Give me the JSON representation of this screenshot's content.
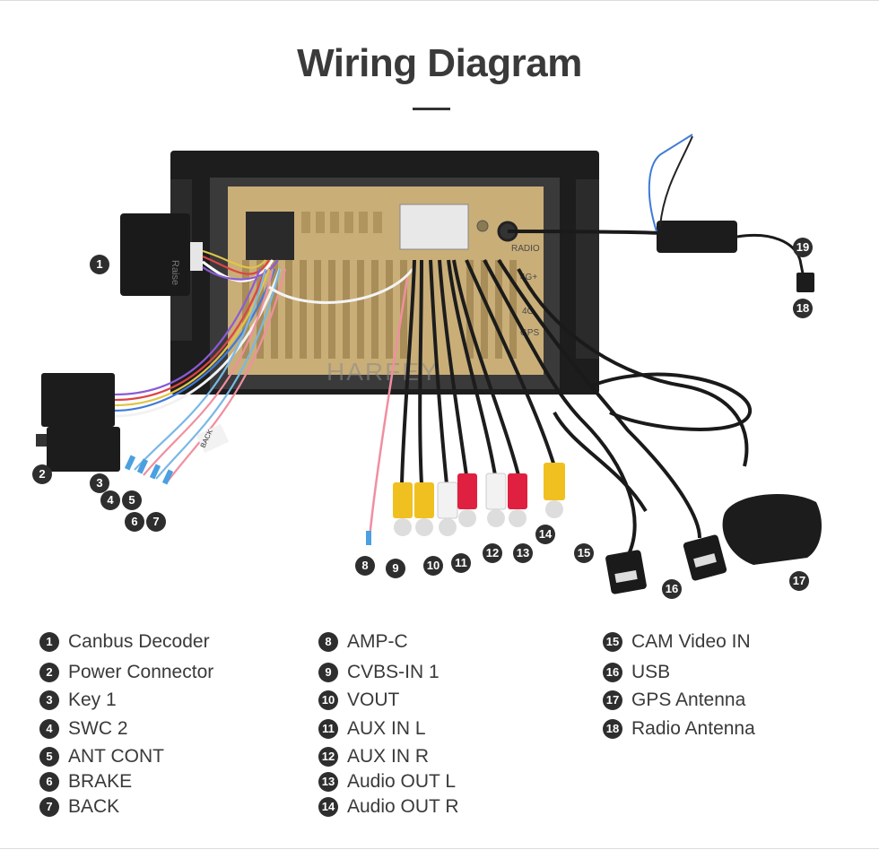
{
  "title": "Wiring Diagram",
  "watermark": "HARFEY",
  "unit_labels": {
    "radio": "RADIO",
    "g4a": "4G+",
    "g4b": "4G",
    "gps": "GPS",
    "decoder_brand": "Raise",
    "back_tag": "BACK"
  },
  "markers": [
    "1",
    "2",
    "3",
    "4",
    "5",
    "6",
    "7",
    "8",
    "9",
    "10",
    "11",
    "12",
    "13",
    "14",
    "15",
    "16",
    "17",
    "18",
    "19"
  ],
  "legend": {
    "col1": [
      {
        "num": "1",
        "label": "Canbus Decoder"
      },
      {
        "num": "2",
        "label": "Power Connector"
      },
      {
        "num": "3",
        "label": "Key 1"
      },
      {
        "num": "4",
        "label": "SWC 2"
      },
      {
        "num": "5",
        "label": "ANT CONT"
      },
      {
        "num": "6",
        "label": "BRAKE"
      },
      {
        "num": "7",
        "label": "BACK"
      }
    ],
    "col2": [
      {
        "num": "8",
        "label": "AMP-C"
      },
      {
        "num": "9",
        "label": "CVBS-IN 1"
      },
      {
        "num": "10",
        "label": "VOUT"
      },
      {
        "num": "11",
        "label": "AUX IN L"
      },
      {
        "num": "12",
        "label": "AUX IN R"
      },
      {
        "num": "13",
        "label": "Audio OUT L"
      },
      {
        "num": "14",
        "label": "Audio OUT R"
      }
    ],
    "col3": [
      {
        "num": "15",
        "label": "CAM Video IN"
      },
      {
        "num": "16",
        "label": "USB"
      },
      {
        "num": "17",
        "label": "GPS Antenna"
      },
      {
        "num": "18",
        "label": "Radio Antenna"
      }
    ]
  }
}
